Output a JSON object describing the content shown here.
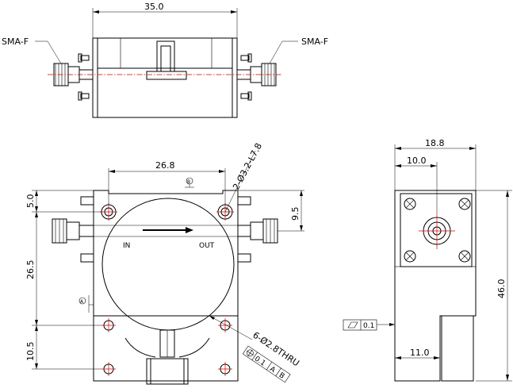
{
  "top_view": {
    "width_dim": "35.0",
    "port_left": "SMA-F",
    "port_right": "SMA-F"
  },
  "front_view": {
    "dim_hole_spacing": "26.8",
    "dim_slot": "2-Ø3.2-L7.8",
    "dim_top_offset": "5.0",
    "dim_port_offset": "9.5",
    "dim_mid": "26.5",
    "dim_bottom": "10.5",
    "label_in": "IN",
    "label_out": "OUT",
    "datum_b": "B",
    "datum_a": "A",
    "hole_callout": "6-Ø2.8THRU",
    "position_tol": "0.1",
    "datum_ref_a": "A",
    "datum_ref_b": "B"
  },
  "side_view": {
    "dim_width": "18.8",
    "dim_connector_offset": "10.0",
    "dim_height": "46.0",
    "dim_base": "11.0",
    "flatness_value": "0.1"
  }
}
